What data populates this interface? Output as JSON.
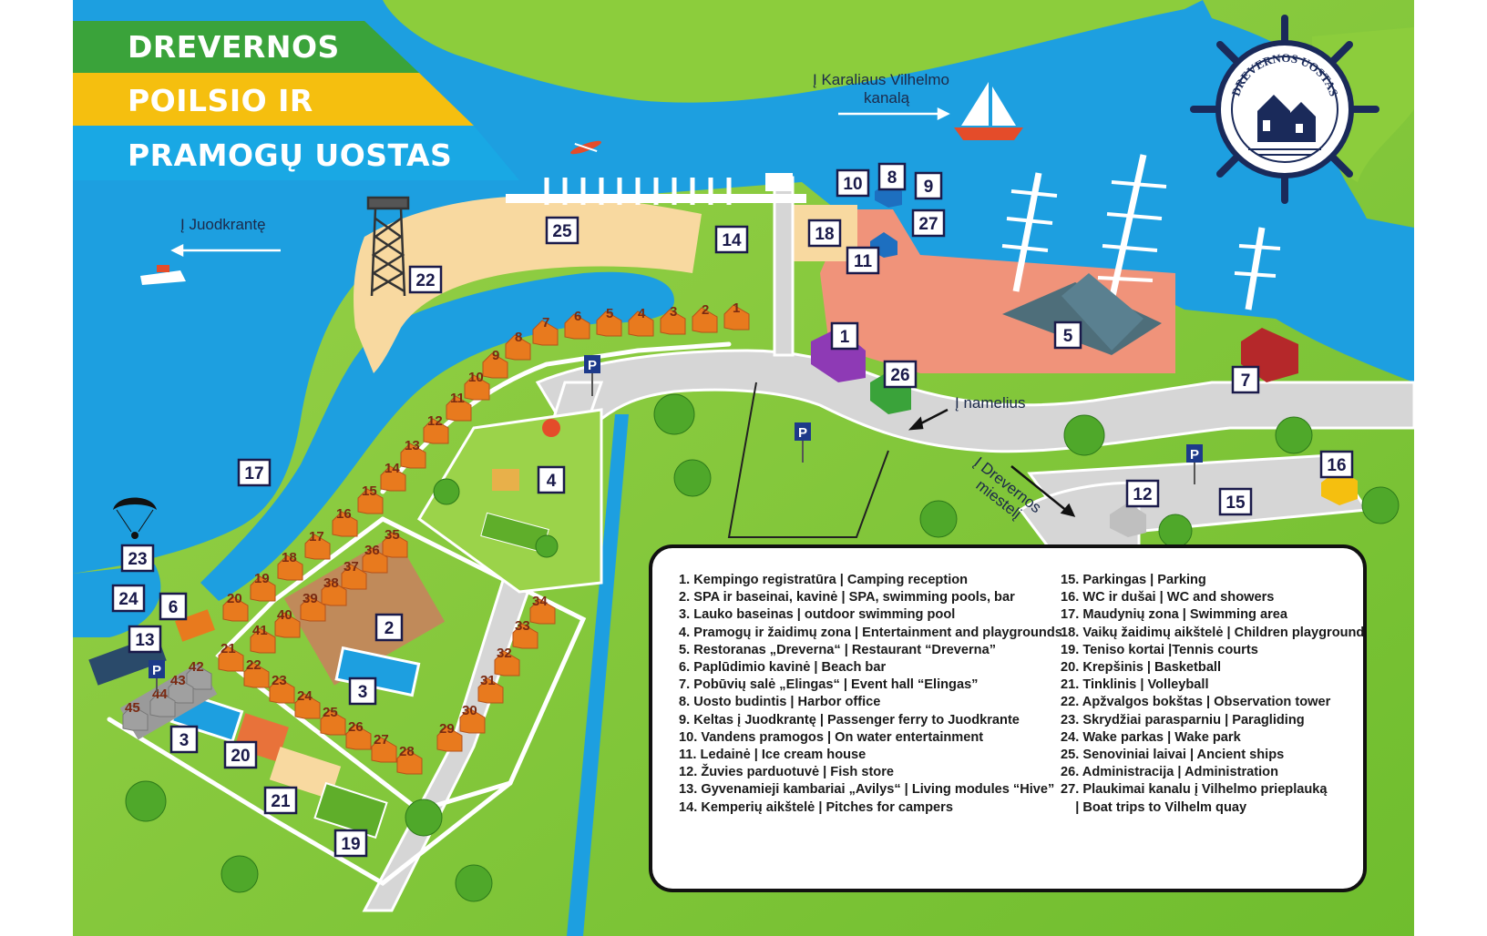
{
  "title_lines": [
    "DREVERNOS",
    "POILSIO IR",
    "PRAMOGŲ UOSTAS"
  ],
  "title_colors": [
    "#3aa33a",
    "#f5bf0f",
    "#19a8e4"
  ],
  "logo_text": "DREVERNOS UOSTAS",
  "direction_labels": {
    "karaliaus_line1": "Į Karaliaus Vilhelmo",
    "karaliaus_line2": "kanalą",
    "juodkrante": "Į Juodkrantę",
    "nameliai": "Į namelius",
    "miestelis_line1": "Į Drevernos",
    "miestelis_line2": "miestelį"
  },
  "parking_symbol": "P",
  "markers": [
    "1",
    "2",
    "3",
    "4",
    "5",
    "6",
    "7",
    "8",
    "9",
    "10",
    "11",
    "12",
    "13",
    "14",
    "15",
    "16",
    "17",
    "18",
    "19",
    "20",
    "21",
    "22",
    "23",
    "24",
    "25",
    "26",
    "27"
  ],
  "cabins": [
    "1",
    "2",
    "3",
    "4",
    "5",
    "6",
    "7",
    "8",
    "9",
    "10",
    "11",
    "12",
    "13",
    "14",
    "15",
    "16",
    "17",
    "18",
    "19",
    "20",
    "21",
    "22",
    "23",
    "24",
    "25",
    "26",
    "27",
    "28",
    "29",
    "30",
    "31",
    "32",
    "33",
    "34",
    "35",
    "36",
    "37",
    "38",
    "39",
    "40",
    "41",
    "42",
    "43",
    "44",
    "45"
  ],
  "legend_left": [
    "1. Kempingo registratūra | Camping reception",
    "2. SPA ir baseinai, kavinė | SPA, swimming pools, bar",
    "3. Lauko baseinas | outdoor swimming pool",
    "4. Pramogų ir žaidimų zona | Entertainment and playgrounds",
    "5. Restoranas „Dreverna“ | Restaurant “Dreverna”",
    "6. Paplūdimio kavinė | Beach bar",
    "7. Pobūvių salė „Elingas“ | Event hall “Elingas”",
    "8. Uosto budintis | Harbor office",
    "9. Keltas į Juodkrantę | Passenger ferry to Juodkrante",
    "10. Vandens pramogos | On water entertainment",
    "11. Ledainė | Ice cream house",
    "12. Žuvies parduotuvė | Fish store",
    "13. Gyvenamieji kambariai „Avilys“ | Living modules “Hive”",
    "14. Kemperių aikštelė | Pitches for campers"
  ],
  "legend_right": [
    "15. Parkingas | Parking",
    "16. WC ir dušai | WC and showers",
    "17. Maudynių zona | Swimming area",
    "18. Vaikų žaidimų aikštelė | Children playground",
    "19. Teniso kortai |Tennis courts",
    "20. Krepšinis | Basketball",
    "21. Tinklinis | Volleyball",
    "22. Apžvalgos bokštas | Observation tower",
    "23. Skrydžiai parasparniu | Paragliding",
    "24. Wake parkas | Wake park",
    "25. Senoviniai laivai | Ancient ships",
    "26. Administracija | Administration",
    "27. Plaukimai kanalu į Vilhelmo prieplauką",
    "    | Boat trips to Vilhelm quay"
  ],
  "colors": {
    "water": "#1d9fe0",
    "grass": "#8ccd3c",
    "road": "#d6d6d6",
    "beach": "#f8d9a0",
    "harbor_area": "#f0937a",
    "cabin_roof": "#e87a1e",
    "marker_border": "#1a1a4a"
  }
}
